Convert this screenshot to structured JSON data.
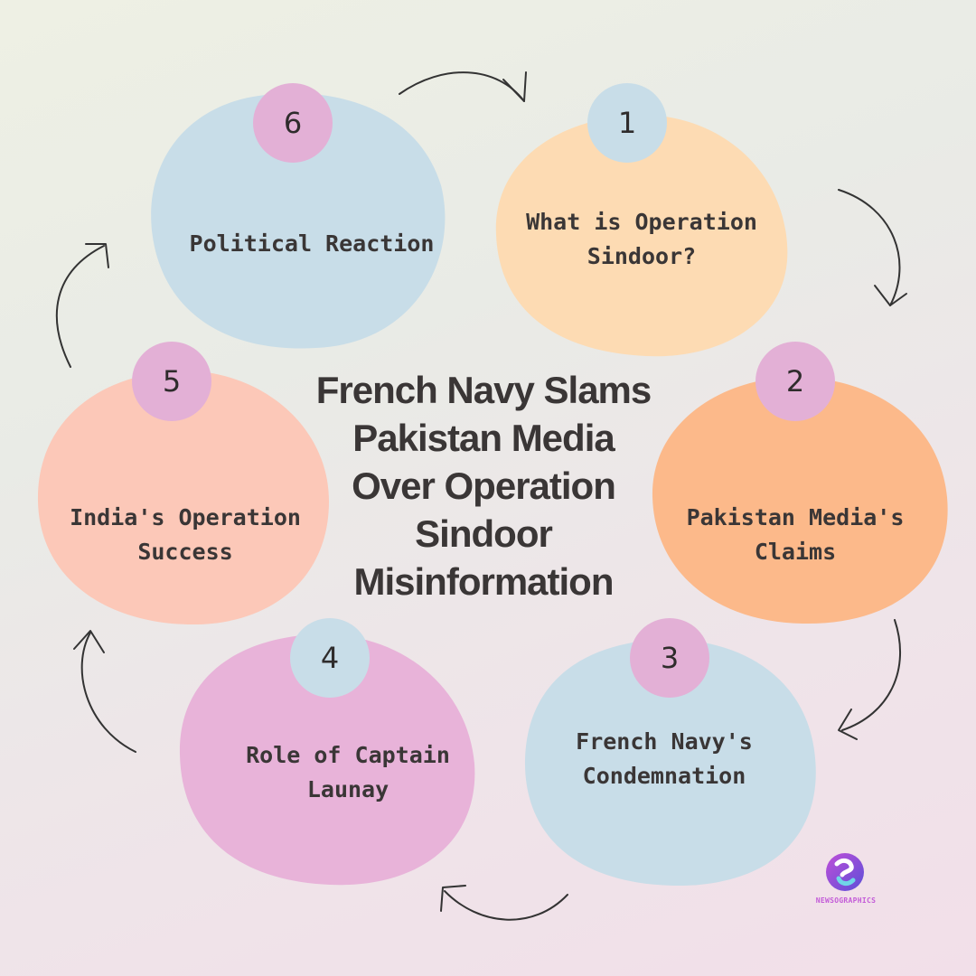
{
  "title": "French Navy Slams\nPakistan Media\nOver Operation\nSindoor\nMisinformation",
  "colors": {
    "text": "#3a3636",
    "peach": "#fddbb3",
    "orange": "#fcb98a",
    "light_blue": "#c8dde8",
    "pink": "#e8b3d9",
    "salmon": "#fcc8b8",
    "badge_pink": "#e3b0d6",
    "badge_blue": "#c8dde8",
    "arrow": "#333333"
  },
  "steps": [
    {
      "number": "1",
      "label": "What is Operation\nSindoor?"
    },
    {
      "number": "2",
      "label": "Pakistan Media's\nClaims"
    },
    {
      "number": "3",
      "label": "French Navy's\nCondemnation"
    },
    {
      "number": "4",
      "label": "Role of Captain\nLaunay"
    },
    {
      "number": "5",
      "label": "India's Operation\nSuccess"
    },
    {
      "number": "6",
      "label": "Political Reaction"
    }
  ],
  "logo": {
    "icon": "newsographics-logo-icon",
    "text": "NEWSOGRAPHICS"
  }
}
